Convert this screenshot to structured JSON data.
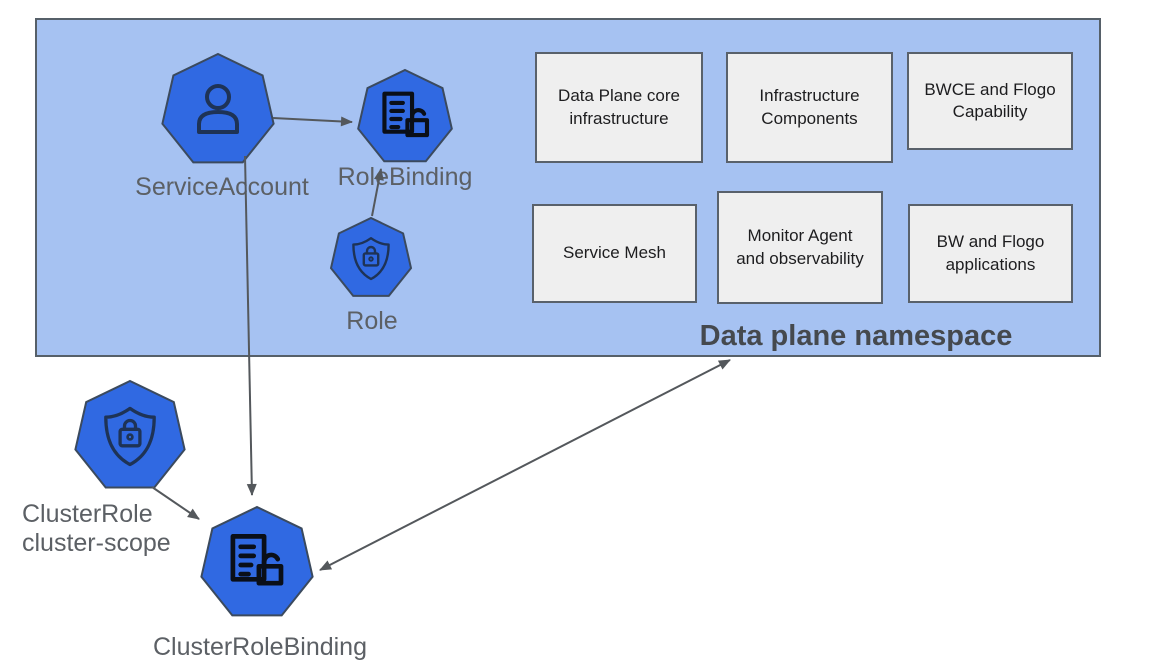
{
  "colors": {
    "namespace_fill": "#a6c2f2",
    "namespace_border": "#566069",
    "node_fill": "#3069e2",
    "node_stroke": "#3b4a5e",
    "box_fill": "#efefef",
    "box_border": "#59616b",
    "box_text": "#1d1d1f",
    "arrow": "#54585c",
    "label": "#5c6065",
    "title": "#45494e",
    "icon_navy": "#1e3356",
    "icon_black": "#0a0f18"
  },
  "namespace": {
    "title": "Data plane namespace",
    "components": [
      {
        "label": "Data Plane core\ninfrastructure"
      },
      {
        "label": "Infrastructure\nComponents"
      },
      {
        "label": "BWCE and Flogo\nCapability"
      },
      {
        "label": "Service Mesh"
      },
      {
        "label": "Monitor Agent\nand observability"
      },
      {
        "label": "BW and Flogo\napplications"
      }
    ]
  },
  "nodes": [
    {
      "id": "service-account",
      "label": "ServiceAccount",
      "icon": "user-icon"
    },
    {
      "id": "role-binding",
      "label": "RoleBinding",
      "icon": "document-unlock-icon"
    },
    {
      "id": "role",
      "label": "Role",
      "icon": "shield-lock-icon"
    },
    {
      "id": "cluster-role",
      "label": "ClusterRole",
      "sublabel": "cluster-scope",
      "icon": "shield-lock-icon"
    },
    {
      "id": "cluster-role-binding",
      "label": "ClusterRoleBinding",
      "icon": "document-unlock-icon"
    }
  ],
  "edges": [
    {
      "from": "service-account",
      "to": "role-binding",
      "direction": "one-way"
    },
    {
      "from": "role",
      "to": "role-binding",
      "direction": "one-way"
    },
    {
      "from": "service-account",
      "to": "cluster-role-binding",
      "direction": "one-way"
    },
    {
      "from": "cluster-role",
      "to": "cluster-role-binding",
      "direction": "one-way"
    },
    {
      "from": "cluster-role-binding",
      "to": "data-plane-namespace",
      "direction": "two-way"
    }
  ]
}
